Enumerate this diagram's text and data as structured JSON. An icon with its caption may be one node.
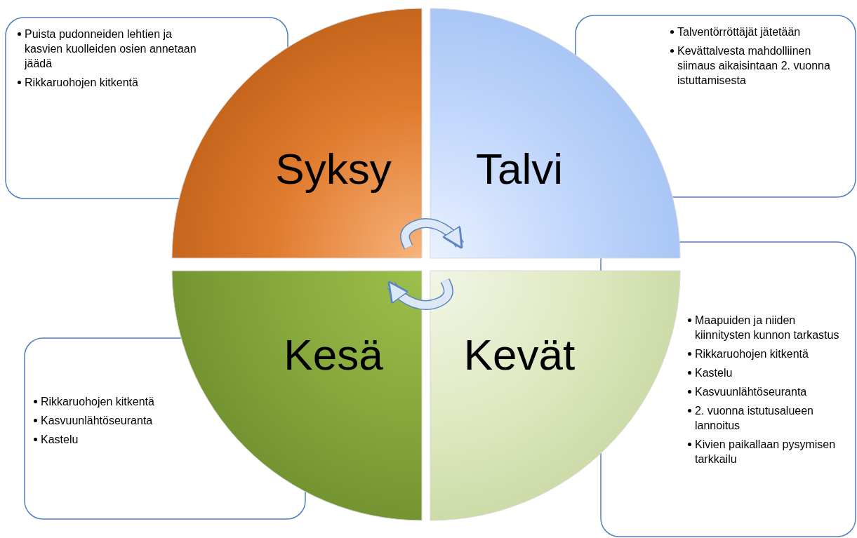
{
  "diagram": {
    "nodes": [
      {
        "text": [
          "Syksy"
        ]
      },
      {
        "text": [
          "Talvi"
        ]
      },
      {
        "text": [
          "Kesä"
        ]
      },
      {
        "text": [
          "Kevät"
        ]
      },
      {
        "text": [
          "Puista pudonneiden lehtien ja kasvien kuolleiden osien annetaan jäädä",
          "Rikkaruohojen kitkentä"
        ]
      },
      {
        "text": [
          "Talventörröttäjät jätetään",
          "Kevättalvesta mahdolliinen siimaus aikaisintaan 2. vuonna istuttamisesta"
        ]
      },
      {
        "text": [
          "Rikkaruohojen kitkentä",
          "Kasvuunlähtöseuranta",
          "Kastelu"
        ]
      },
      {
        "text": [
          "Maapuiden ja niiden kiinnitysten kunnon tarkastus",
          "Rikkaruohojen kitkentä",
          "Kastelu",
          "Kasvuunlähtöseuranta",
          "2. vuonna istutusalueen lannoitus",
          "Kivien paikallaan pysymisen tarkkailu"
        ]
      }
    ],
    "edges": [
      {
        "from": 0,
        "to": 1,
        "arrow": "to"
      },
      {
        "from": 3,
        "to": 2,
        "arrow": "to"
      }
    ]
  }
}
